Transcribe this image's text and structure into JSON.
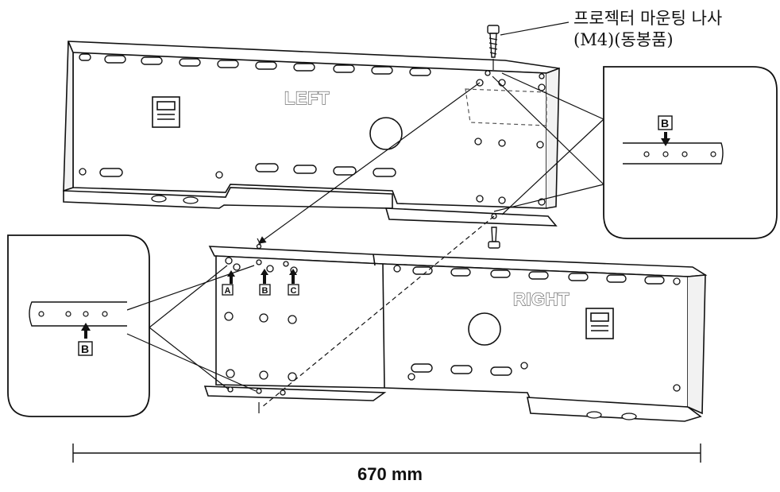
{
  "callout": {
    "line1": "프로젝터 마운팅 나사",
    "line2": "(M4)(동봉품)"
  },
  "plates": {
    "left_word": "LEFT",
    "right_word": "RIGHT"
  },
  "markers": {
    "a": "A",
    "b": "B",
    "c": "C"
  },
  "dimension": {
    "label": "670 mm"
  }
}
